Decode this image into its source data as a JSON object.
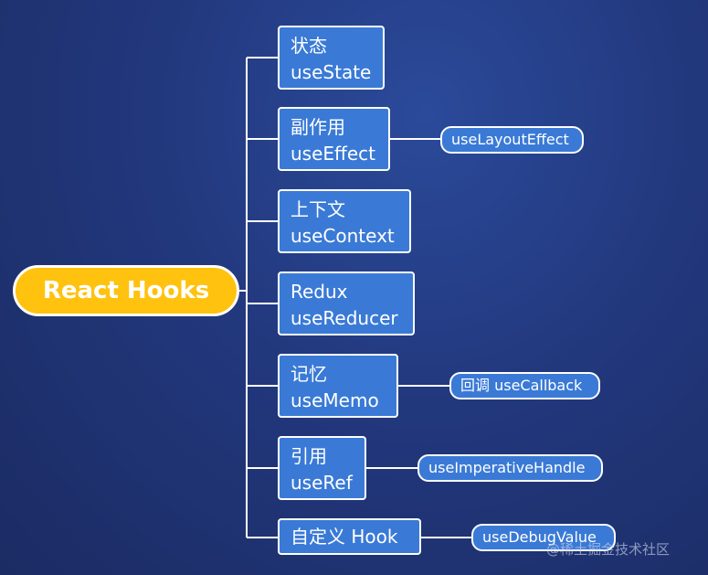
{
  "root": {
    "label": "React Hooks"
  },
  "nodes": [
    {
      "cn": "状态",
      "en": "useState"
    },
    {
      "cn": "副作用",
      "en": "useEffect",
      "sub": "useLayoutEffect"
    },
    {
      "cn": "上下文",
      "en": "useContext"
    },
    {
      "cn": "Redux",
      "en": "useReducer"
    },
    {
      "cn": "记忆",
      "en": "useMemo",
      "sub": "回调 useCallback"
    },
    {
      "cn": "引用",
      "en": "useRef",
      "sub": "useImperativeHandle"
    },
    {
      "label": "自定义 Hook",
      "sub": "useDebugValue"
    }
  ],
  "watermark": "@稀土掘金技术社区",
  "colors": {
    "background": "#22387d",
    "root_fill": "#ffc20e",
    "node_fill": "#3a7ad6",
    "stroke": "#ffffff"
  }
}
